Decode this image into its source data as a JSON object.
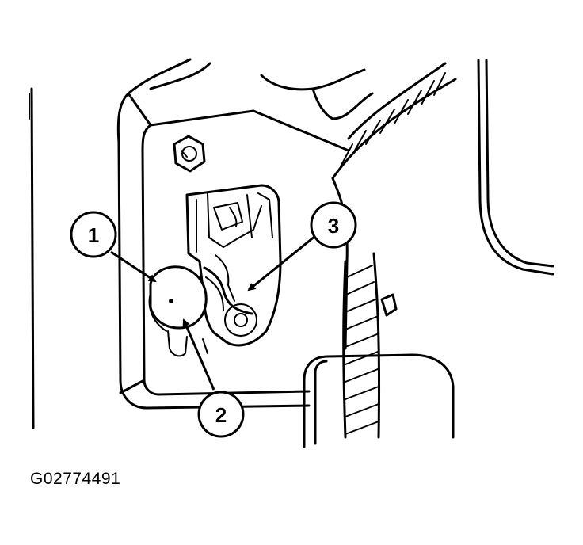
{
  "callouts": [
    {
      "label": "1"
    },
    {
      "label": "2"
    },
    {
      "label": "3"
    }
  ],
  "figure_id": "G02774491",
  "colors": {
    "line": "#000000",
    "background": "#ffffff"
  }
}
